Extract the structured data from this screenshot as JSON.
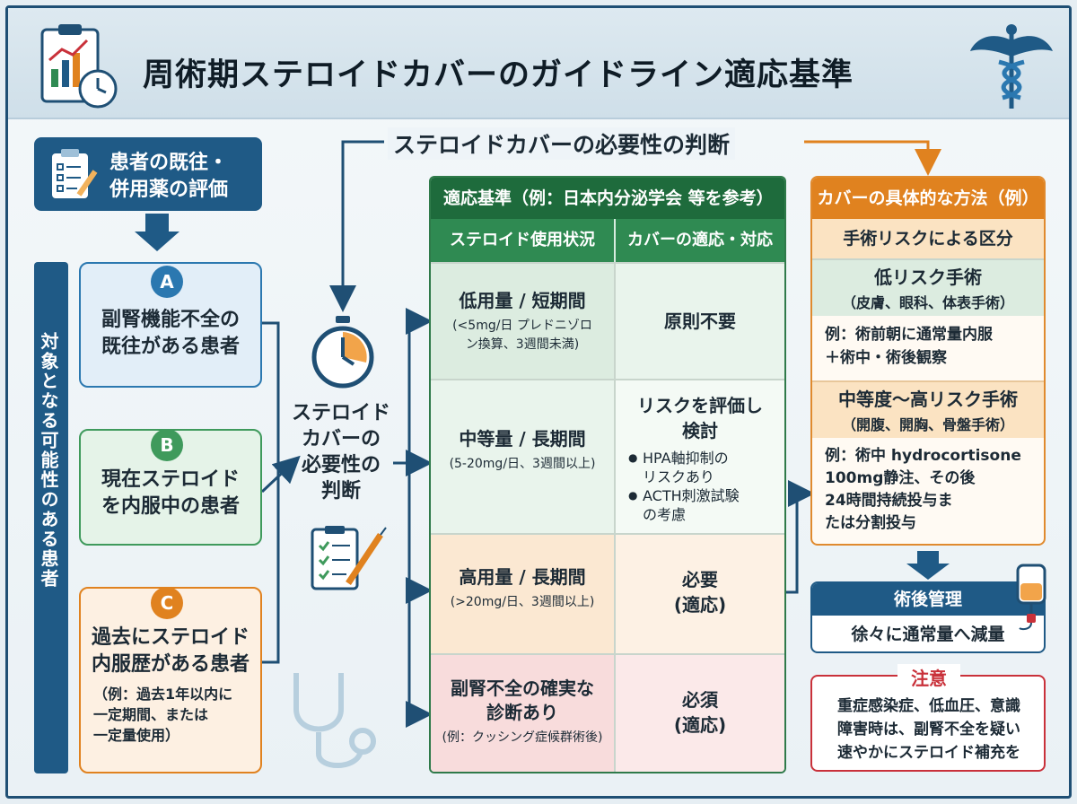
{
  "title": "周術期ステロイドカバーのガイドライン適応基準",
  "icons": [
    "clipboard-chart-clock-icon",
    "caduceus-icon",
    "clipboard-pen-icon",
    "stopwatch-icon",
    "checklist-syringe-icon",
    "stethoscope-icon",
    "iv-bag-icon"
  ],
  "colors": {
    "navy": "#1f5a86",
    "green": "#1e6b3c",
    "orange": "#e0821f",
    "red": "#c9313a"
  },
  "left": {
    "evaluation": "患者の既往・\n併用薬の評価",
    "sidebar": "対象となる可能性のある患者",
    "patients": [
      {
        "badge": "A",
        "text": "副腎機能不全の\n既往がある患者",
        "note": ""
      },
      {
        "badge": "B",
        "text": "現在ステロイド\nを内服中の患者",
        "note": ""
      },
      {
        "badge": "C",
        "text": "過去にステロイド\n内服歴がある患者",
        "note": "（例：過去1年以内に\n一定期間、または\n一定量使用）"
      }
    ]
  },
  "center": {
    "top_label": "ステロイドカバーの必要性の判断",
    "judgement": "ステロイド\nカバーの\n必要性の\n判断"
  },
  "table": {
    "header": "適応基準（例：日本内分泌学会 等を参考）",
    "col1": "ステロイド使用状況",
    "col2": "カバーの適応・対応",
    "rows": [
      {
        "title": "低用量 / 短期間",
        "sub": "(<5mg/日 プレドニゾロ\nン換算、3週間未満)",
        "value": "原則不要",
        "bullets": []
      },
      {
        "title": "中等量 / 長期間",
        "sub": "(5-20mg/日、3週間以上)",
        "value": "リスクを評価し\n検討",
        "bullets": [
          "HPA軸抑制の\nリスクあり",
          "ACTH刺激試験\nの考慮"
        ]
      },
      {
        "title": "高用量 / 長期間",
        "sub": "(>20mg/日、3週間以上)",
        "value": "必要\n(適応)",
        "bullets": []
      },
      {
        "title": "副腎不全の確実な\n診断あり",
        "sub": "(例：クッシング症候群術後)",
        "value": "必須\n(適応)",
        "bullets": []
      }
    ]
  },
  "right": {
    "header": "カバーの具体的な方法（例）",
    "subheader": "手術リスクによる区分",
    "low": {
      "title": "低リスク手術",
      "detail": "（皮膚、眼科、体表手術）",
      "example": "例：術前朝に通常量内服\n＋術中・術後観察"
    },
    "high": {
      "title": "中等度〜高リスク手術",
      "detail": "（開腹、開胸、骨盤手術）",
      "example": "例：術中 hydrocortisone\n100mg静注、その後\n24時間持続投与ま\nたは分割投与"
    },
    "post": {
      "title": "術後管理",
      "body": "徐々に通常量へ減量"
    },
    "caution": {
      "title": "注意",
      "body": "重症感染症、低血圧、意識\n障害時は、副腎不全を疑い\n速やかにステロイド補充を"
    }
  }
}
